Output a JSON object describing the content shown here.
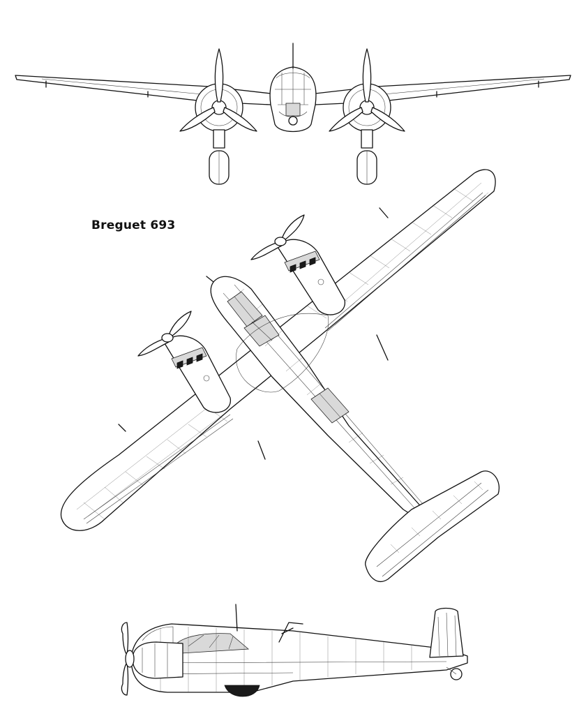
{
  "drawing": {
    "title": "Breguet 693",
    "views": [
      "front-view",
      "top-view",
      "side-view"
    ]
  }
}
